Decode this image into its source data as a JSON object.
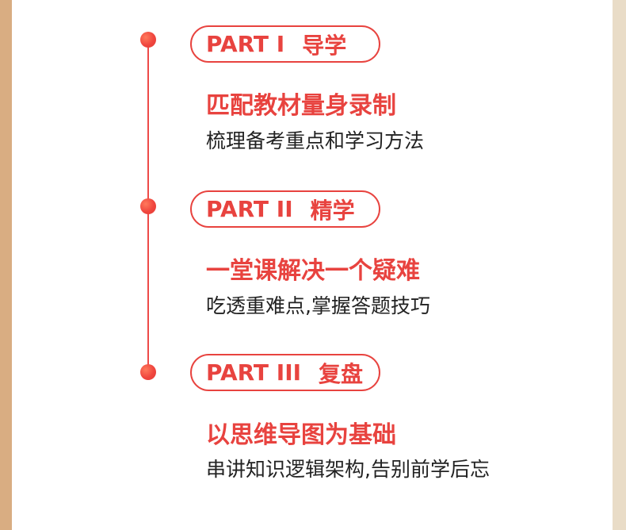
{
  "sections": [
    {
      "part": "PART I",
      "stage": "导学",
      "heading": "匹配教材量身录制",
      "description": "梳理备考重点和学习方法"
    },
    {
      "part": "PART II",
      "stage": "精学",
      "heading": "一堂课解决一个疑难",
      "description": "吃透重难点,掌握答题技巧"
    },
    {
      "part": "PART III",
      "stage": "复盘",
      "heading": "以思维导图为基础",
      "description": "串讲知识逻辑架构,告别前学后忘"
    }
  ],
  "colors": {
    "accent": "#e8433f",
    "text": "#222222",
    "left_border": "#d9ad82",
    "right_border": "#e9dcc7"
  }
}
